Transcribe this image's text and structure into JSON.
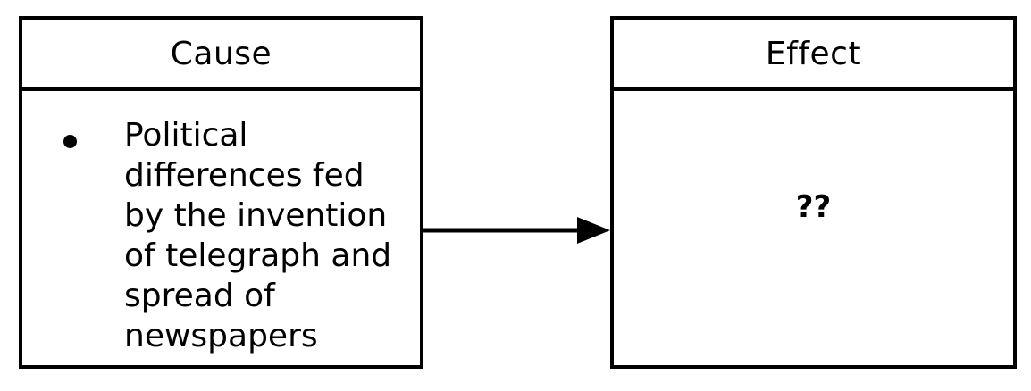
{
  "cause": {
    "title": "Cause",
    "items": [
      {
        "text": "Political differences fed by the invention of telegraph and spread of newspapers"
      }
    ]
  },
  "effect": {
    "title": "Effect",
    "text": "??"
  },
  "colors": {
    "stroke": "#000000",
    "background": "#ffffff"
  }
}
